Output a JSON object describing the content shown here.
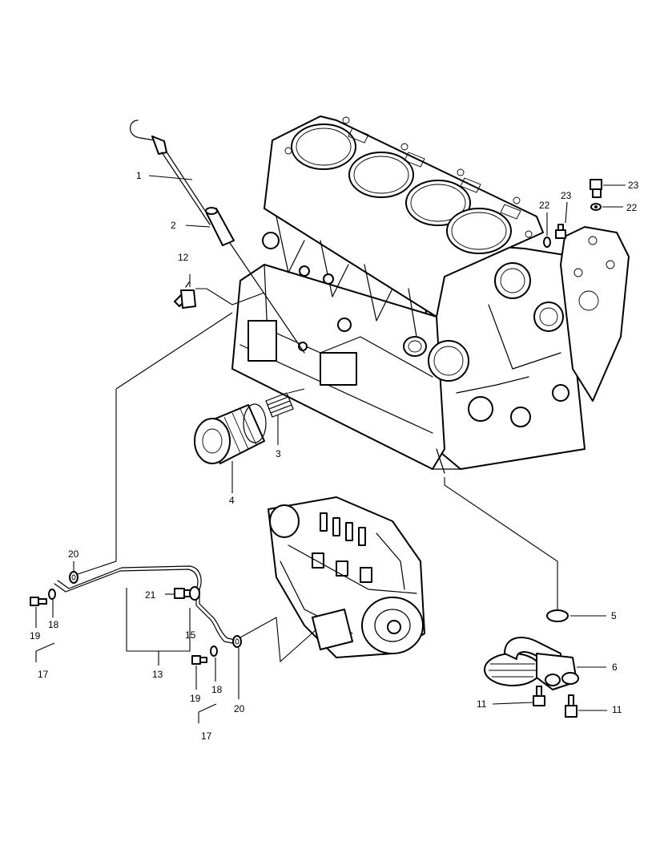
{
  "callouts": {
    "c1": "1",
    "c2": "2",
    "c3": "3",
    "c4": "4",
    "c5": "5",
    "c6": "6",
    "c11a": "11",
    "c11b": "11",
    "c12": "12",
    "c13": "13",
    "c15": "15",
    "c17a": "17",
    "c17b": "17",
    "c18a": "18",
    "c18b": "18",
    "c19a": "19",
    "c19b": "19",
    "c20a": "20",
    "c20b": "20",
    "c21": "21",
    "c22a": "22",
    "c22b": "22",
    "c23a": "23",
    "c23b": "23"
  }
}
